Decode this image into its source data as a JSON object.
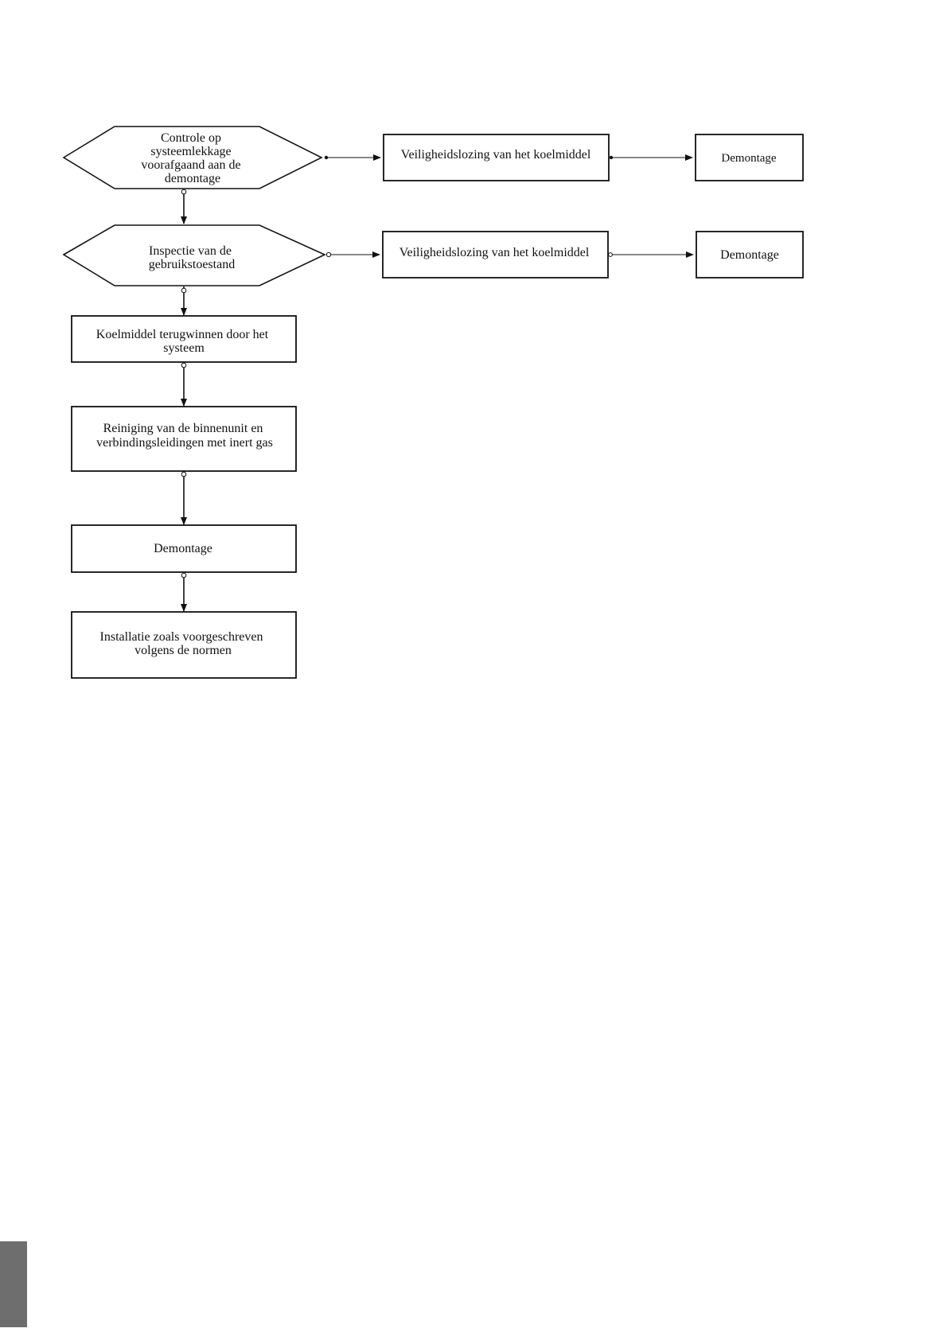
{
  "flowchart": {
    "decision_leak_check": {
      "lines": [
        "Controle op",
        "systeemlekkage",
        "voorafgaand aan de",
        "demontage"
      ]
    },
    "discharge_1": {
      "lines": [
        "Veiligheidslozing van het koelmiddel"
      ]
    },
    "dismantle_1": {
      "lines": [
        "Demontage"
      ]
    },
    "decision_usage_inspection": {
      "lines": [
        "Inspectie van de",
        "gebruikstoestand"
      ]
    },
    "discharge_2": {
      "lines": [
        "Veiligheidslozing van het koelmiddel"
      ]
    },
    "dismantle_2": {
      "lines": [
        "Demontage"
      ]
    },
    "recover_refrigerant": {
      "lines": [
        "Koelmiddel terugwinnen door het",
        "systeem"
      ]
    },
    "purge_inert_gas": {
      "lines": [
        "Reiniging van de binnenunit en",
        "verbindingsleidingen met inert gas"
      ]
    },
    "dismantle_main": {
      "lines": [
        "Demontage"
      ]
    },
    "installation": {
      "lines": [
        "Installatie zoals voorgeschreven",
        "volgens de normen"
      ]
    }
  },
  "colors": {
    "stroke": "#111111",
    "side_tab": "#6e6e6e"
  }
}
